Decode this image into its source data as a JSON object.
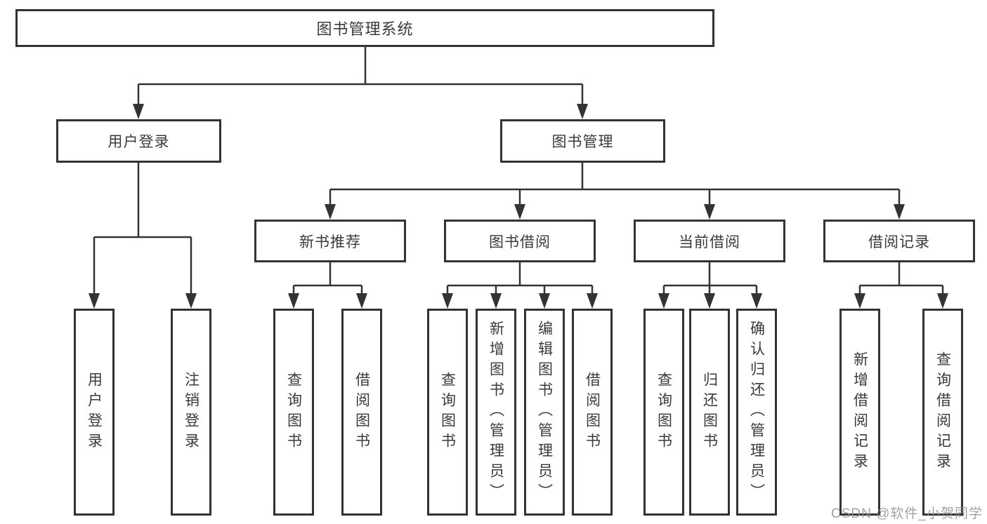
{
  "nodes": {
    "root": {
      "label": "图书管理系统"
    },
    "user_login": {
      "label": "用户登录"
    },
    "book_mgmt": {
      "label": "图书管理"
    },
    "new_book_rec": {
      "label": "新书推荐"
    },
    "book_borrow": {
      "label": "图书借阅"
    },
    "current_borrow": {
      "label": "当前借阅"
    },
    "borrow_records": {
      "label": "借阅记录"
    },
    "leaf_user_login": {
      "label": "用户登录"
    },
    "leaf_logout": {
      "label": "注销登录"
    },
    "leaf_query_book_1": {
      "label": "查询图书"
    },
    "leaf_borrow_book_1": {
      "label": "借阅图书"
    },
    "leaf_query_book_2": {
      "label": "查询图书"
    },
    "leaf_add_book": {
      "label": "新增图书（管理员）"
    },
    "leaf_edit_book": {
      "label": "编辑图书（管理员）"
    },
    "leaf_borrow_book_2": {
      "label": "借阅图书"
    },
    "leaf_query_book_3": {
      "label": "查询图书"
    },
    "leaf_return_book": {
      "label": "归还图书"
    },
    "leaf_confirm_return": {
      "label": "确认归还（管理员）"
    },
    "leaf_add_record": {
      "label": "新增借阅记录"
    },
    "leaf_query_record": {
      "label": "查询借阅记录"
    }
  },
  "watermark": {
    "text": "CSDN @软件_小贺同学"
  },
  "colors": {
    "line": "#333333",
    "text": "#3a3a3a",
    "background": "#ffffff",
    "watermark": "#919191"
  }
}
